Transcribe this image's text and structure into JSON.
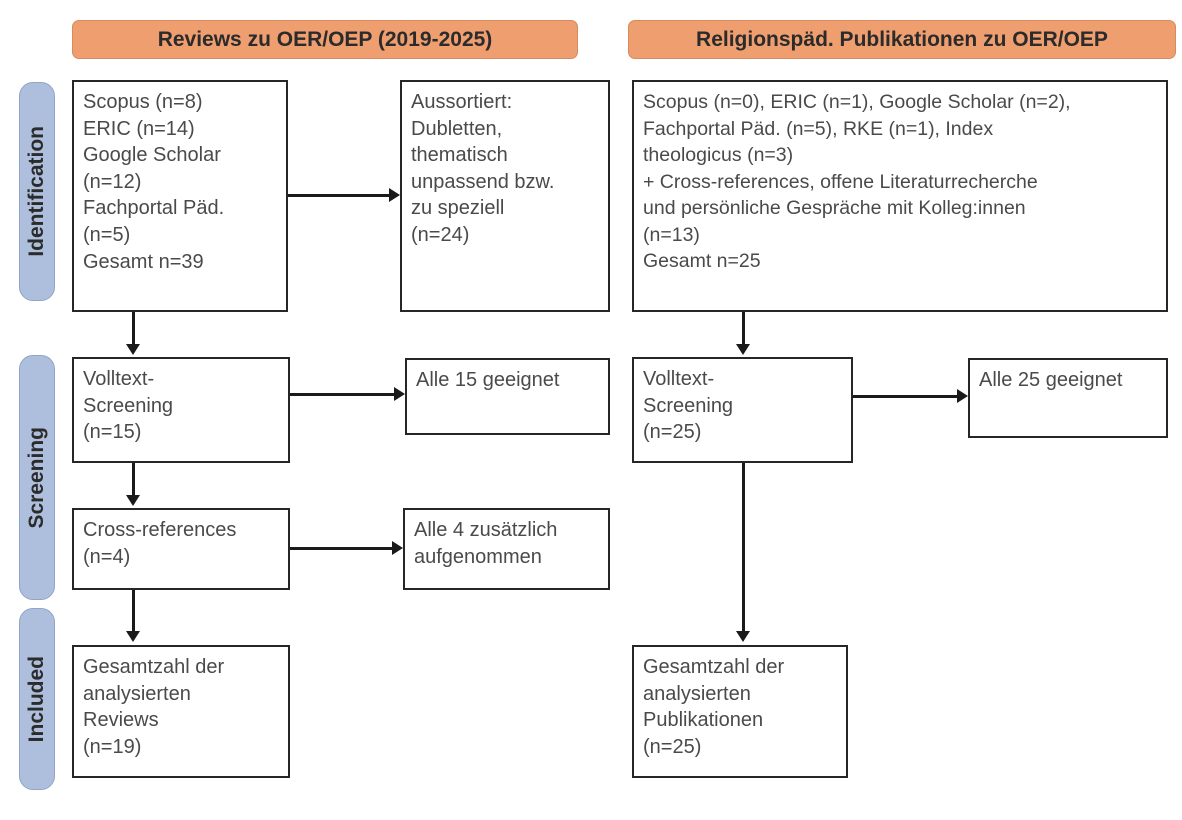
{
  "diagram": {
    "type": "prisma-flow-diagram",
    "stages": [
      {
        "id": "identification",
        "label": "Identification"
      },
      {
        "id": "screening",
        "label": "Screening"
      },
      {
        "id": "included",
        "label": "Included"
      }
    ],
    "columns": [
      {
        "id": "reviews",
        "header": "Reviews zu OER/OEP (2019-2025)",
        "header_color": "#ef9e6f"
      },
      {
        "id": "religionspaed",
        "header": "Religionspäd. Publikationen zu OER/OEP",
        "header_color": "#ef9e6f"
      }
    ],
    "boxes": {
      "left_sources": "Scopus (n=8)\nERIC (n=14)\nGoogle Scholar\n(n=12)\nFachportal Päd.\n(n=5)\nGesamt n=39",
      "left_excluded": "Aussortiert:\nDubletten,\nthematisch\nunpassend bzw.\nzu speziell\n(n=24)",
      "left_fulltext": "Volltext-\nScreening\n(n=15)",
      "left_fulltext_result": "Alle 15 geeignet",
      "left_crossrefs": "Cross-references\n(n=4)",
      "left_crossrefs_result": "Alle 4 zusätzlich\naufgenommen",
      "left_included": "Gesamtzahl der\nanalysierten\nReviews\n(n=19)",
      "right_sources": "Scopus (n=0), ERIC (n=1), Google Scholar (n=2),\nFachportal Päd. (n=5), RKE (n=1), Index\ntheologicus (n=3)\n+ Cross-references, offene Literaturrecherche\nund persönliche Gespräche mit Kolleg:innen\n(n=13)\nGesamt n=25",
      "right_fulltext": "Volltext-\nScreening\n(n=25)",
      "right_fulltext_result": "Alle 25 geeignet",
      "right_included": "Gesamtzahl der\nanalysierten\nPublikationen\n(n=25)"
    }
  },
  "chart_data": {
    "type": "diagram",
    "title": "PRISMA Flow Diagram",
    "columns": [
      {
        "name": "Reviews zu OER/OEP (2019-2025)",
        "identification": {
          "sources": [
            {
              "name": "Scopus",
              "n": 8
            },
            {
              "name": "ERIC",
              "n": 14
            },
            {
              "name": "Google Scholar",
              "n": 12
            },
            {
              "name": "Fachportal Päd.",
              "n": 5
            }
          ],
          "total": 39,
          "excluded": {
            "reasons": "Dubletten, thematisch unpassend bzw. zu speziell",
            "n": 24
          }
        },
        "screening": {
          "fulltext_screening_n": 15,
          "fulltext_result": "Alle 15 geeignet",
          "cross_references_n": 4,
          "cross_references_result": "Alle 4 zusätzlich aufgenommen"
        },
        "included": {
          "label": "Gesamtzahl der analysierten Reviews",
          "n": 19
        }
      },
      {
        "name": "Religionspäd. Publikationen zu OER/OEP",
        "identification": {
          "sources": [
            {
              "name": "Scopus",
              "n": 0
            },
            {
              "name": "ERIC",
              "n": 1
            },
            {
              "name": "Google Scholar",
              "n": 2
            },
            {
              "name": "Fachportal Päd.",
              "n": 5
            },
            {
              "name": "RKE",
              "n": 1
            },
            {
              "name": "Index theologicus",
              "n": 3
            },
            {
              "name": "Cross-references, offene Literaturrecherche und persönliche Gespräche mit Kolleg:innen",
              "n": 13
            }
          ],
          "total": 25
        },
        "screening": {
          "fulltext_screening_n": 25,
          "fulltext_result": "Alle 25 geeignet"
        },
        "included": {
          "label": "Gesamtzahl der analysierten Publikationen",
          "n": 25
        }
      }
    ]
  }
}
